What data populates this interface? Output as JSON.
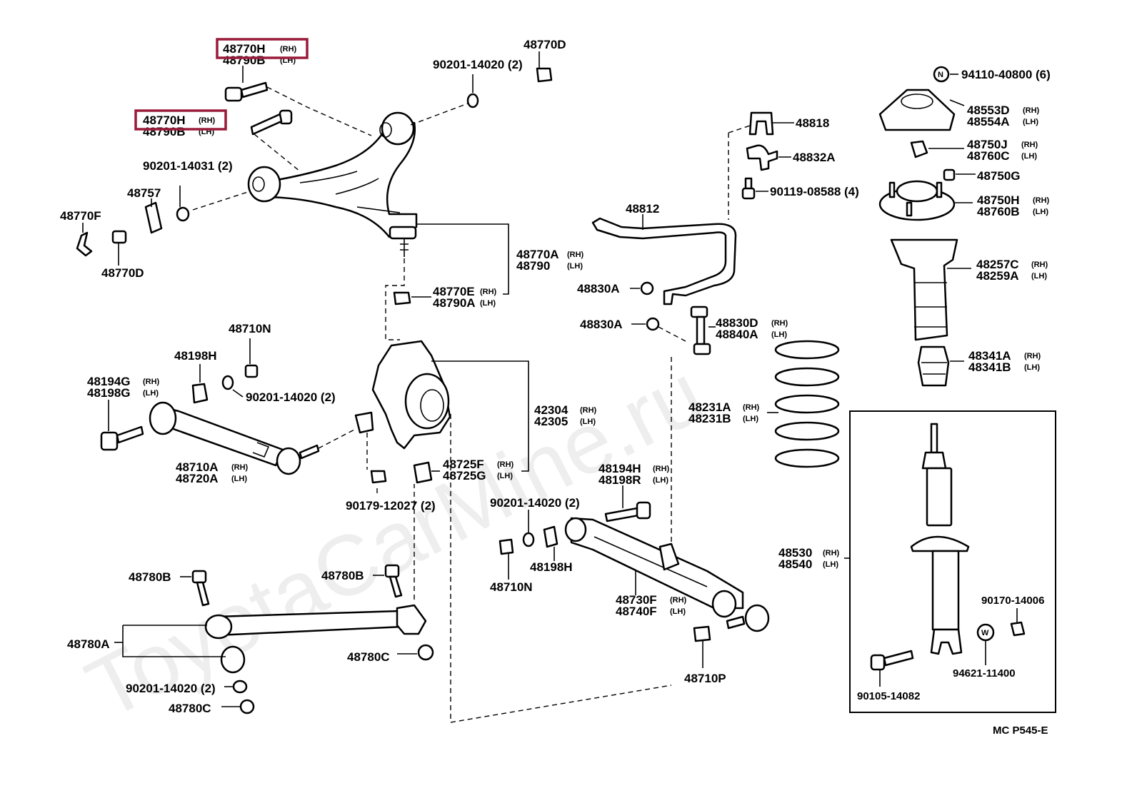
{
  "watermark": "ToyotaCarMine.ru",
  "diagram_code": "MC  P545-E",
  "labels": {
    "l01": "48770H",
    "l01s": "(RH)",
    "l02": "48790B",
    "l02s": "(LH)",
    "l03": "48770H",
    "l03s": "(RH)",
    "l04": "48790B",
    "l04s": "(LH)",
    "l05": "48770D",
    "l06": "90201-14020 (2)",
    "l07": "94110-40800 (6)",
    "l07n": "N",
    "l08": "48553D",
    "l08s": "(RH)",
    "l09": "48554A",
    "l09s": "(LH)",
    "l10": "48818",
    "l11": "48832A",
    "l12": "48750J",
    "l12s": "(RH)",
    "l13": "48760C",
    "l13s": "(LH)",
    "l14": "48750G",
    "l15": "90119-08588 (4)",
    "l16": "48750H",
    "l16s": "(RH)",
    "l17": "48760B",
    "l17s": "(LH)",
    "l18": "90201-14031 (2)",
    "l19": "48757",
    "l20": "48770F",
    "l21": "48770D",
    "l22": "48812",
    "l23": "48770A",
    "l23s": "(RH)",
    "l24": "48790",
    "l24s": "(LH)",
    "l25": "48257C",
    "l25s": "(RH)",
    "l26": "48259A",
    "l26s": "(LH)",
    "l27": "48770E",
    "l27s": "(RH)",
    "l28": "48790A",
    "l28s": "(LH)",
    "l29": "48830A",
    "l30": "48830A",
    "l31": "48830D",
    "l31s": "(RH)",
    "l32": "48840A",
    "l32s": "(LH)",
    "l33": "48710N",
    "l34": "48198H",
    "l35": "48341A",
    "l35s": "(RH)",
    "l36": "48341B",
    "l36s": "(LH)",
    "l37": "48194G",
    "l37s": "(RH)",
    "l38": "48198G",
    "l38s": "(LH)",
    "l39": "90201-14020 (2)",
    "l40": "42304",
    "l40s": "(RH)",
    "l41": "42305",
    "l41s": "(LH)",
    "l42": "48231A",
    "l42s": "(RH)",
    "l43": "48231B",
    "l43s": "(LH)",
    "l44": "48710A",
    "l44s": "(RH)",
    "l45": "48720A",
    "l45s": "(LH)",
    "l46": "48725F",
    "l46s": "(RH)",
    "l47": "48725G",
    "l47s": "(LH)",
    "l48": "48194H",
    "l48s": "(RH)",
    "l49": "48198R",
    "l49s": "(LH)",
    "l50": "90179-12027 (2)",
    "l51": "90201-14020 (2)",
    "l52": "48530",
    "l52s": "(RH)",
    "l53": "48540",
    "l53s": "(LH)",
    "l54": "48780B",
    "l55": "48780B",
    "l56": "48198H",
    "l57": "48710N",
    "l58": "48730F",
    "l58s": "(RH)",
    "l59": "48740F",
    "l59s": "(LH)",
    "l60": "90170-14006",
    "l61": "48780A",
    "l62": "48780C",
    "l63": "90201-14020 (2)",
    "l64": "48780C",
    "l65": "48710P",
    "l66": "90105-14082",
    "l67": "94621-11400",
    "l67w": "W"
  }
}
